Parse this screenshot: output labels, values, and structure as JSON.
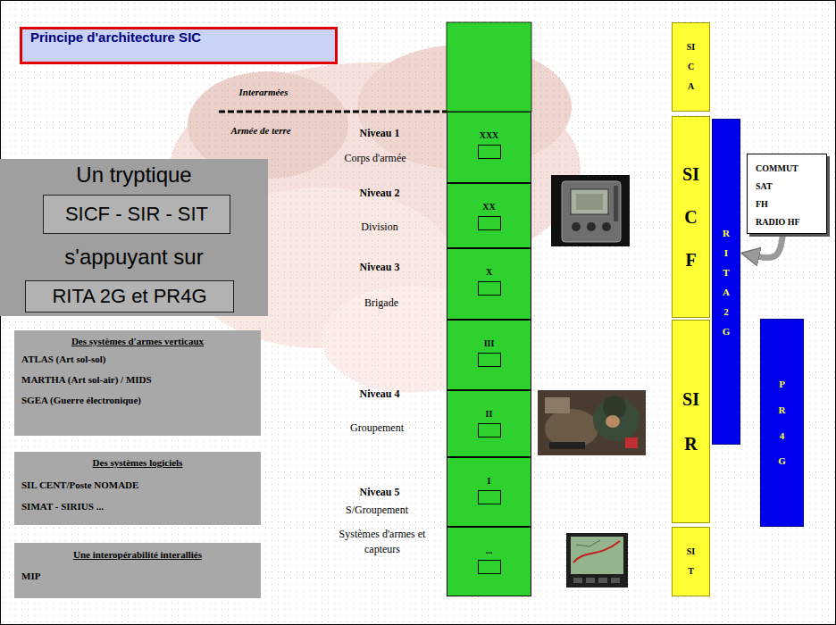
{
  "diagram": {
    "title": "Principe d'architecture SIC",
    "nodes": [
      {
        "text": [
          "Un tryptique",
          "s'appuyant sur"
        ]
      },
      {
        "text": [
          "SICF - SIR - SIT"
        ],
        "in": 0
      },
      {
        "text": [
          "RITA 2G et PR4G"
        ],
        "in": 0
      },
      {
        "text": [
          "Des systèmes d'armes verticaux",
          "ATLAS (Art sol-sol)",
          "MARTHA (Art sol-air) / MIDS",
          "SGEA (Guerre électronique)"
        ]
      },
      {
        "text": [
          "Des systèmes logiciels",
          "SIL CENT/Poste NOMADE",
          "SIMAT - SIRIUS ..."
        ]
      },
      {
        "text": [
          "Une interopérabilité interalliés",
          "MIP"
        ]
      },
      {
        "text": [
          "XXX"
        ]
      },
      {
        "text": [
          "XX"
        ]
      },
      {
        "text": [
          "X"
        ]
      },
      {
        "text": [
          "III"
        ]
      },
      {
        "text": [
          "II"
        ]
      },
      {
        "text": [
          "I"
        ]
      },
      {
        "text": [
          "..."
        ]
      },
      {
        "text": [
          "SICA"
        ]
      },
      {
        "text": [
          "SICF"
        ]
      },
      {
        "text": [
          "SIR"
        ]
      },
      {
        "text": [
          "SIT"
        ]
      },
      {
        "text": [
          "RITA 2G"
        ]
      },
      {
        "text": [
          "PR4G"
        ]
      },
      {
        "text": [
          "COMMUT",
          "SAT",
          "FH",
          "RADIO HF"
        ]
      }
    ],
    "edges": [
      {
        "from": 19,
        "to": 17,
        "arrow": "to"
      }
    ],
    "labels": [
      "Interarmées",
      "Armée de terre",
      "Niveau 1",
      "Corps d'armée",
      "Niveau 2",
      "Division",
      "Niveau 3",
      "Brigade",
      "Niveau 4",
      "Groupement",
      "Niveau 5",
      "S/Groupement",
      "Systèmes d'armes et capteurs"
    ]
  }
}
